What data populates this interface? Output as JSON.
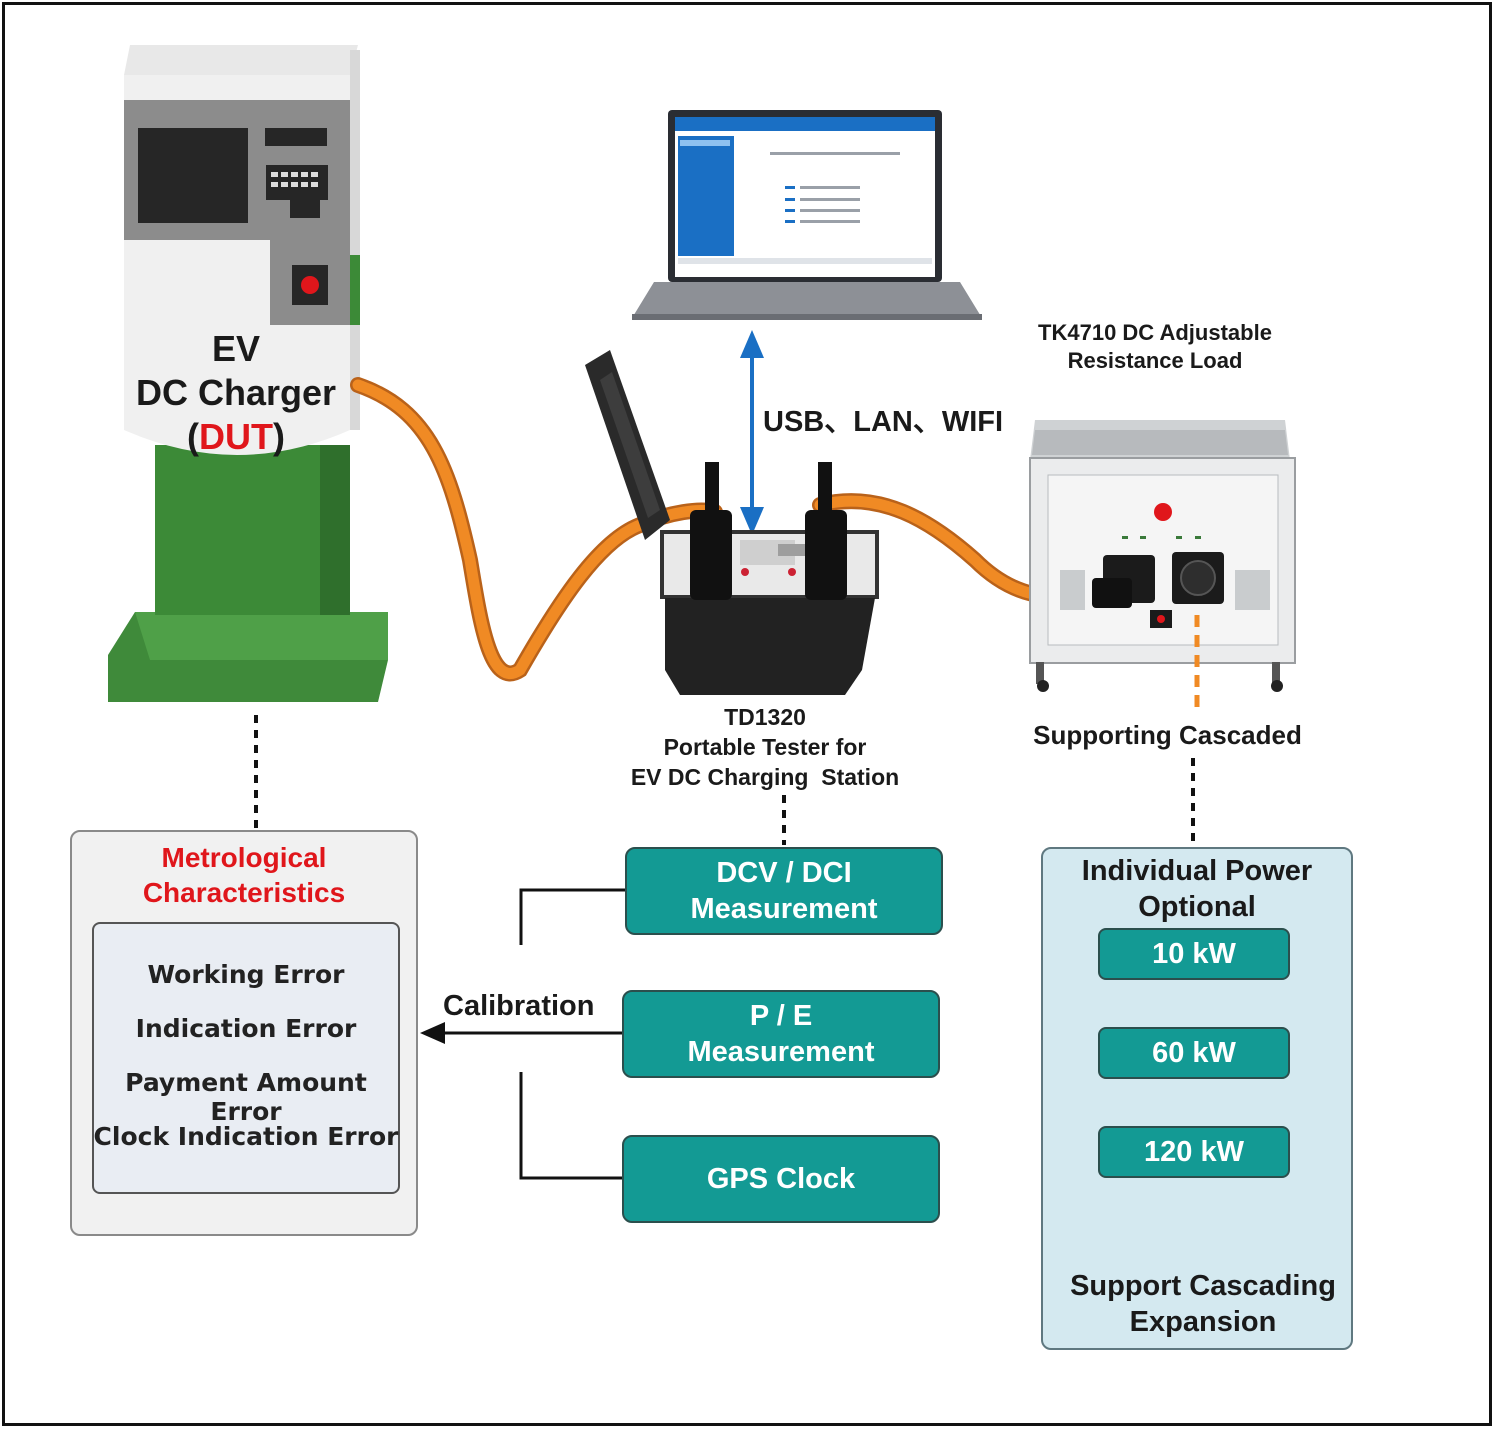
{
  "charger": {
    "line1": "EV",
    "line2": "DC Charger",
    "paren_open": "(",
    "dut": "DUT",
    "paren_close": ")"
  },
  "link_label": "USB、LAN、WIFI",
  "load": {
    "line1": "TK4710 DC Adjustable",
    "line2": "Resistance Load"
  },
  "tester": {
    "line1": "TD1320",
    "line2": "Portable Tester for",
    "line3": "EV DC Charging  Station"
  },
  "cascaded_label": "Supporting Cascaded",
  "metrological": {
    "title1": "Metrological",
    "title2": "Characteristics",
    "errors": [
      "Working Error",
      "Indication Error",
      "Payment Amount Error",
      "Clock Indication Error"
    ]
  },
  "calibration_label": "Calibration",
  "measurements": {
    "dcv_line1": "DCV / DCI",
    "dcv_line2": "Measurement",
    "pe_line1": "P / E",
    "pe_line2": "Measurement",
    "gps": "GPS Clock"
  },
  "power": {
    "title1": "Individual Power",
    "title2": "Optional",
    "options": [
      "10 kW",
      "60 kW",
      "120 kW"
    ],
    "footer1": "Support Cascading",
    "footer2": "Expansion"
  },
  "colors": {
    "teal": "#139a94",
    "dut_red": "#e0161b",
    "metro_red": "#e0161b",
    "cable_orange": "#f08a24",
    "charger_green": "#3f8a3a",
    "arrow_blue": "#1a6fc4"
  }
}
